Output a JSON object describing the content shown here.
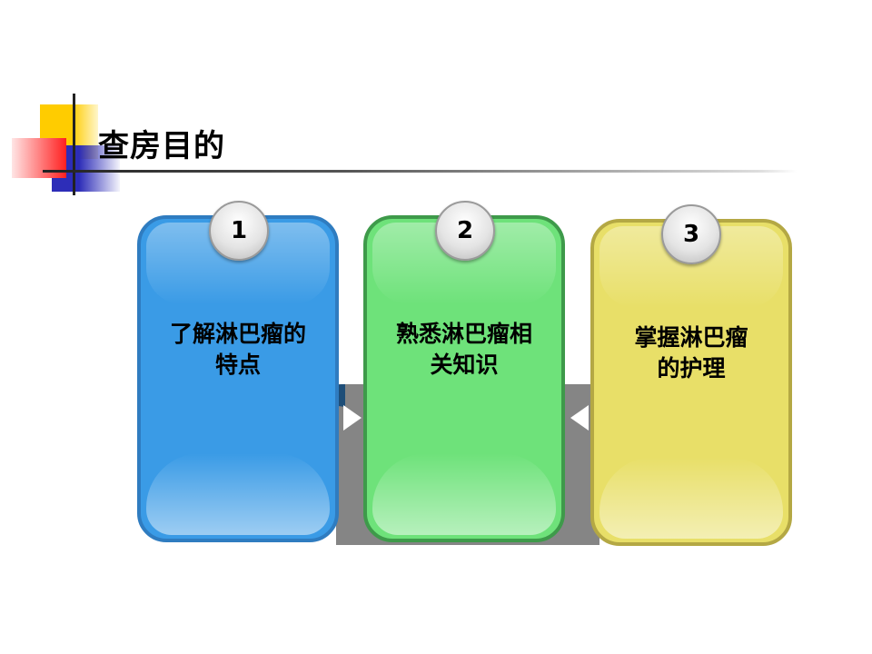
{
  "title": "查房目的",
  "cards": [
    {
      "number": "1",
      "line1": "了解淋巴瘤的",
      "line2": "特点",
      "color": "#3a9be6"
    },
    {
      "number": "2",
      "line1": "熟悉淋巴瘤相",
      "line2": "关知识",
      "color": "#6ee27a"
    },
    {
      "number": "3",
      "line1": "掌握淋巴瘤",
      "line2": "的护理",
      "color": "#e8df68"
    }
  ]
}
